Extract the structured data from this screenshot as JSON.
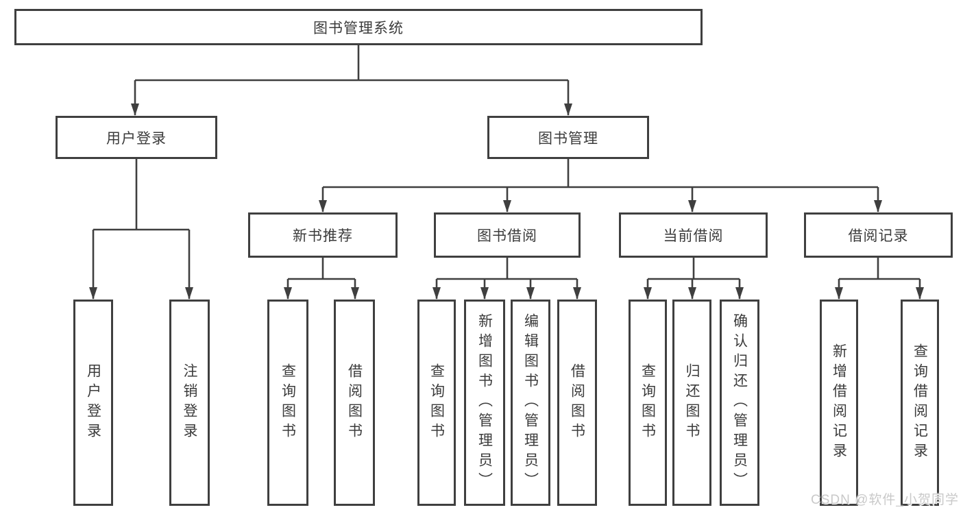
{
  "tree": {
    "root": {
      "label": "图书管理系统"
    },
    "branches": [
      {
        "label": "用户登录",
        "children": [
          {
            "label": "用户登录"
          },
          {
            "label": "注销登录"
          }
        ]
      },
      {
        "label": "图书管理",
        "children": [
          {
            "label": "新书推荐",
            "children": [
              {
                "label": "查询图书"
              },
              {
                "label": "借阅图书"
              }
            ]
          },
          {
            "label": "图书借阅",
            "children": [
              {
                "label": "查询图书"
              },
              {
                "label": "新增图书（管理员）"
              },
              {
                "label": "编辑图书（管理员）"
              },
              {
                "label": "借阅图书"
              }
            ]
          },
          {
            "label": "当前借阅",
            "children": [
              {
                "label": "查询图书"
              },
              {
                "label": "归还图书"
              },
              {
                "label": "确认归还（管理员）"
              }
            ]
          },
          {
            "label": "借阅记录",
            "children": [
              {
                "label": "新增借阅记录"
              },
              {
                "label": "查询借阅记录"
              }
            ]
          }
        ]
      }
    ]
  },
  "watermark": {
    "text": "CSDN @软件_小贺同学"
  },
  "colors": {
    "line": "#3f3f3f",
    "box_border": "#3f3f3f",
    "text": "#3b3b3b",
    "watermark": "#c9c9c9",
    "background": "#ffffff"
  }
}
